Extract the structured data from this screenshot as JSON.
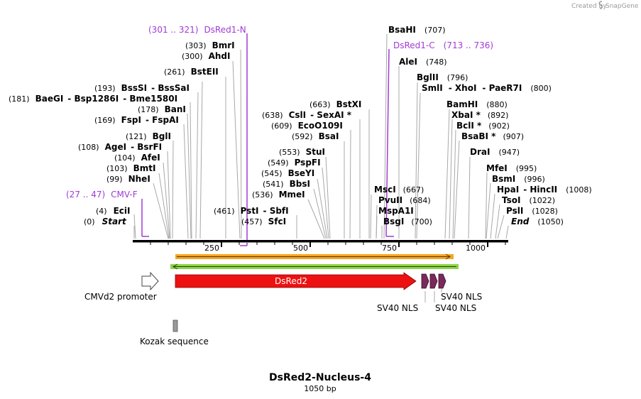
{
  "brand": {
    "text": "Created by",
    "name": "SnapGene"
  },
  "sequence": {
    "name": "DsRed2-Nucleus-4",
    "length_label": "1050 bp",
    "length": 1050
  },
  "ruler": {
    "ticks": [
      "250",
      "500",
      "750",
      "1000"
    ]
  },
  "sites": [
    {
      "pos": "(0)",
      "name": "Start",
      "italic": true
    },
    {
      "pos": "(4)",
      "name": "EciI"
    },
    {
      "pos": "(99)",
      "name": "NheI"
    },
    {
      "pos": "(103)",
      "name": "BmtI"
    },
    {
      "pos": "(104)",
      "name": "AfeI"
    },
    {
      "pos": "(108)",
      "name": "AgeI",
      "dash": "BsrFI"
    },
    {
      "pos": "(121)",
      "name": "BglI"
    },
    {
      "pos": "(169)",
      "name": "FspI",
      "dash": "FspAI"
    },
    {
      "pos": "(178)",
      "name": "BanI"
    },
    {
      "pos": "(181)",
      "name": "BaeGI",
      "dash": "Bsp1286I",
      "dash2": "Bme1580I"
    },
    {
      "pos": "(193)",
      "name": "BssSI",
      "dash": "BssSaI"
    },
    {
      "pos": "(261)",
      "name": "BstEII"
    },
    {
      "pos": "(300)",
      "name": "AhdI"
    },
    {
      "pos": "(303)",
      "name": "BmrI"
    },
    {
      "pos": "(461)",
      "name": "PstI",
      "dash": "SbfI"
    },
    {
      "pos": "(457)",
      "name": "SfcI"
    },
    {
      "pos": "(536)",
      "name": "MmeI"
    },
    {
      "pos": "(541)",
      "name": "BbsI"
    },
    {
      "pos": "(545)",
      "name": "BseYI"
    },
    {
      "pos": "(549)",
      "name": "PspFI"
    },
    {
      "pos": "(553)",
      "name": "StuI"
    },
    {
      "pos": "(592)",
      "name": "BsaI"
    },
    {
      "pos": "(609)",
      "name": "EcoO109I"
    },
    {
      "pos": "(638)",
      "name": "CslI",
      "dash": "SexAI *"
    },
    {
      "pos": "(663)",
      "name": "BstXI"
    },
    {
      "name": "MscI",
      "pos": "(667)"
    },
    {
      "name": "PvuII",
      "pos": "(684)"
    },
    {
      "name": "MspA1I"
    },
    {
      "name": "BsgI",
      "pos": "(700)"
    },
    {
      "name": "BsaHI",
      "pos": "(707)"
    },
    {
      "name": "AleI",
      "pos": "(748)"
    },
    {
      "name": "BglII",
      "pos": "(796)"
    },
    {
      "name": "SmlI",
      "dash": "XhoI",
      "dash2": "PaeR7I",
      "pos": "(800)"
    },
    {
      "name": "BamHI",
      "pos": "(880)"
    },
    {
      "name": "XbaI *",
      "pos": "(892)"
    },
    {
      "name": "BclI *",
      "pos": "(902)"
    },
    {
      "name": "BsaBI *",
      "pos": "(907)"
    },
    {
      "name": "DraI",
      "pos": "(947)"
    },
    {
      "name": "MfeI",
      "pos": "(995)"
    },
    {
      "name": "BsmI",
      "pos": "(996)"
    },
    {
      "name": "HpaI",
      "dash": "HincII",
      "pos": "(1008)"
    },
    {
      "name": "TsoI",
      "pos": "(1022)"
    },
    {
      "name": "PslI",
      "pos": "(1028)"
    },
    {
      "name": "End",
      "pos": "(1050)",
      "italic": true
    }
  ],
  "primers": [
    {
      "range": "(301 .. 321)",
      "name": "DsRed1-N"
    },
    {
      "name": "DsRed1-C",
      "range": "(713 .. 736)"
    },
    {
      "range": "(27 .. 47)",
      "name": "CMV-F"
    }
  ],
  "features": [
    {
      "name": "CMVd2 promoter",
      "color": "#ffffff"
    },
    {
      "name": "DsRed2",
      "color": "#ee1111"
    },
    {
      "name": "SV40 NLS",
      "color": "#7a2a5a"
    },
    {
      "name": "SV40 NLS",
      "color": "#7a2a5a"
    },
    {
      "name": "SV40 NLS",
      "color": "#7a2a5a"
    },
    {
      "name": "Kozak sequence",
      "color": "#999999"
    }
  ],
  "colors": {
    "primer": "#a13bd6",
    "orf_orange": "#f5a623",
    "orf_green": "#8ed44a",
    "leader": "#a8a8a8"
  }
}
